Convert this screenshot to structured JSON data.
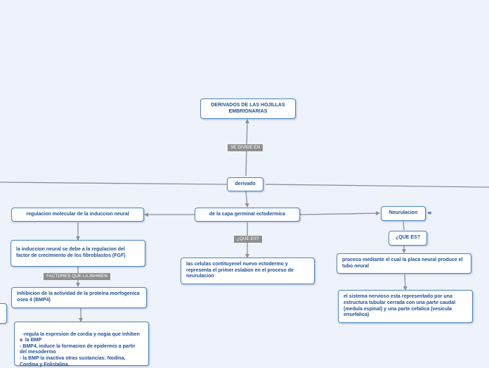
{
  "nodes": {
    "root": "DERIVADOS DE LAS HOJILLAS EMBRIONARIAS",
    "derivado": "derivado",
    "ectodermo": "de la capa germinal ectodermica",
    "regulacion": "regulacion molecular de la induccion neural",
    "induccion": "la induccion neural se debe a la regulacion del factor de crecimiento de los fibroblastos (FGF)",
    "inhibicion": "Inhibicion de la actividad de la proteina morfogenica osea 4 (BMP4)",
    "cordina": "-regula la expresion de cordia y nogia que inhiben a  la BMP\n- BMP4, induce la formacion de epidermis a partir del mesodermo\n- la BMP la inactiva otras sustancias: Nodina, Cordina y Folistalina.",
    "celulas": "las celulas contituyenel nuevo ectodermo y representa el primer eslabon en el proceso de neurulacion",
    "neurulacion": "Neurulacion",
    "que_es_2": "¿QUE ES?",
    "proceso": "proceso mediante el cual la placa neural produce el tubo neural",
    "sistema": "el sistema nervioso esta representado por una estructura tubular cerrada con una parte caudal (medula espinal) y una parte cefalica (vesicula ensefalica)"
  },
  "labels": {
    "se_divide": "SE DIVIDE EN",
    "que_es": "¿QUE ES?",
    "factores": "FACTORES QUE LA INHIBEN"
  },
  "icons": {
    "menu": "menu-lines-icon"
  },
  "colors": {
    "background": "#eef2fa",
    "node_border": "#4a86c8",
    "node_text": "#1f4f95",
    "connector": "#8a8f98",
    "label_bg": "#8e8e8e"
  }
}
